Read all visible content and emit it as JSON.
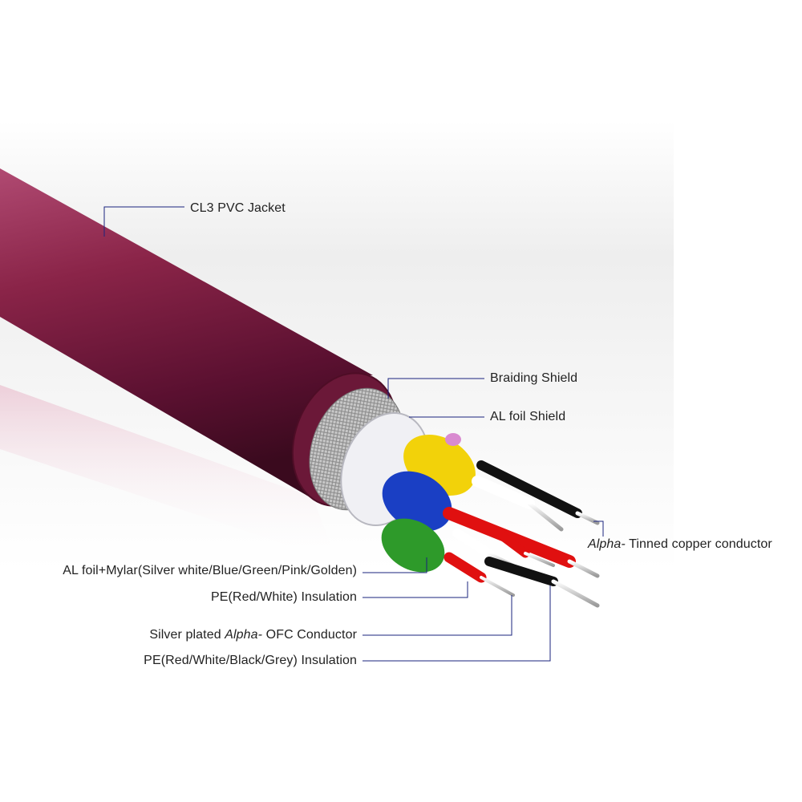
{
  "labels": {
    "jacket": "CL3 PVC Jacket",
    "braiding": "Braiding Shield",
    "al_foil": "AL foil Shield",
    "tinned_prefix": "Alpha-",
    "tinned_rest": " Tinned copper conductor",
    "mylar": "AL foil+Mylar(Silver white/Blue/Green/Pink/Golden)",
    "pe_rw": "PE(Red/White) Insulation",
    "silver_pre": "Silver plated ",
    "silver_alpha": "Alpha-",
    "silver_post": " OFC Conductor",
    "pe_rwbg": "PE(Red/White/Black/Grey) Insulation"
  },
  "colors": {
    "jacket": "#8a2448",
    "jacket_dark": "#4e0d26",
    "leader_line": "#1a237e",
    "foil_yellow": "#f2d20a",
    "foil_blue": "#1a3fc4",
    "foil_green": "#2e9a2a",
    "foil_pink": "#d98ad0",
    "insulation_red": "#e01010",
    "insulation_black": "#111111"
  }
}
